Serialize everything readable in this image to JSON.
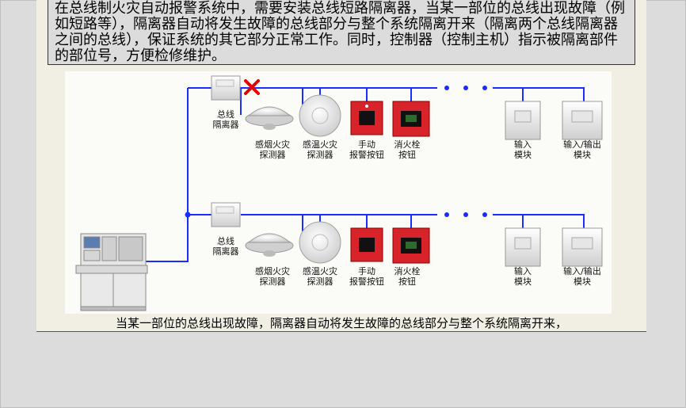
{
  "intro_text": "在总线制火灾自动报警系统中，需要安装总线短路隔离器，当某一部位的总线出现故障（例如短路等），隔离器自动将发生故障的总线部分与整个系统隔离开来（隔离两个总线隔离器之间的总线），保证系统的其它部分正常工作。同时，控制器（控制主机）指示被隔离部件的部位号，方便检修维护。",
  "caption": "当某一部位的总线出现故障，隔离器自动将发生故障的总线部分与整个系统隔离开来，",
  "labels": {
    "isolator_l1": "总线",
    "isolator_l2": "隔离器",
    "smoke_l1": "感烟火灾",
    "smoke_l2": "探测器",
    "heat_l1": "感温火灾",
    "heat_l2": "探测器",
    "manual_l1": "手动",
    "manual_l2": "报警按钮",
    "hydrant_l1": "消火栓",
    "hydrant_l2": "按钮",
    "input_l1": "输入",
    "input_l2": "模块",
    "io_l1": "输入/输出",
    "io_l2": "模块"
  },
  "colors": {
    "bus_line": "#1a2cff",
    "fault_mark": "#e60000",
    "device_red": "#d8232a"
  },
  "icons": [
    "fault-x-icon",
    "ellipsis-dots"
  ]
}
